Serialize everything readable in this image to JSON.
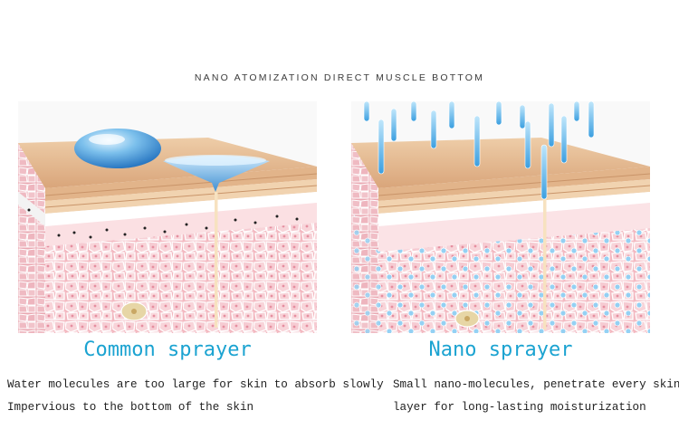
{
  "heading": "NANO ATOMIZATION DIRECT MUSCLE BOTTOM",
  "left_panel": {
    "title": "Common sprayer",
    "lines": [
      "Water molecules are too large for skin to absorb slowly",
      "Impervious to the bottom of the skin"
    ]
  },
  "right_panel": {
    "title": "Nano sprayer",
    "lines": [
      "Small nano-molecules, penetrate every skin",
      "layer for long-lasting moisturization"
    ]
  },
  "colors": {
    "title": "#1ba3d1",
    "skin_surface": "#e3b98e",
    "skin_cells": "#f6c9cf",
    "droplet": "#4a9fd6"
  }
}
